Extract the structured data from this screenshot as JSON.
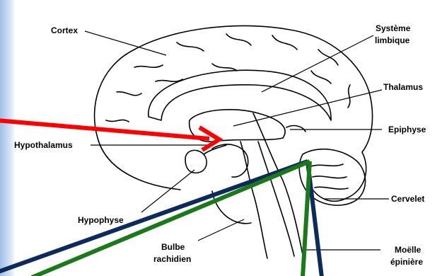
{
  "labels": {
    "cortex": "Cortex",
    "systeme_limbique_1": "Système",
    "systeme_limbique_2": "limbique",
    "thalamus": "Thalamus",
    "epiphyse": "Epiphyse",
    "hypothalamus": "Hypothalamus",
    "cervelet": "Cervelet",
    "hypophyse": "Hypophyse",
    "bulbe_rachidien_1": "Bulbe",
    "bulbe_rachidien_2": "rachidien",
    "moelle_epiniere_1": "Moëlle",
    "moelle_epiniere_2": "épinière"
  },
  "colors": {
    "red_arrow": "#ff0000",
    "navy_lines": "#0d2a5c",
    "green_lines": "#1a7a1a",
    "outline": "#000000",
    "left_gradient": "#9fbfe6"
  }
}
